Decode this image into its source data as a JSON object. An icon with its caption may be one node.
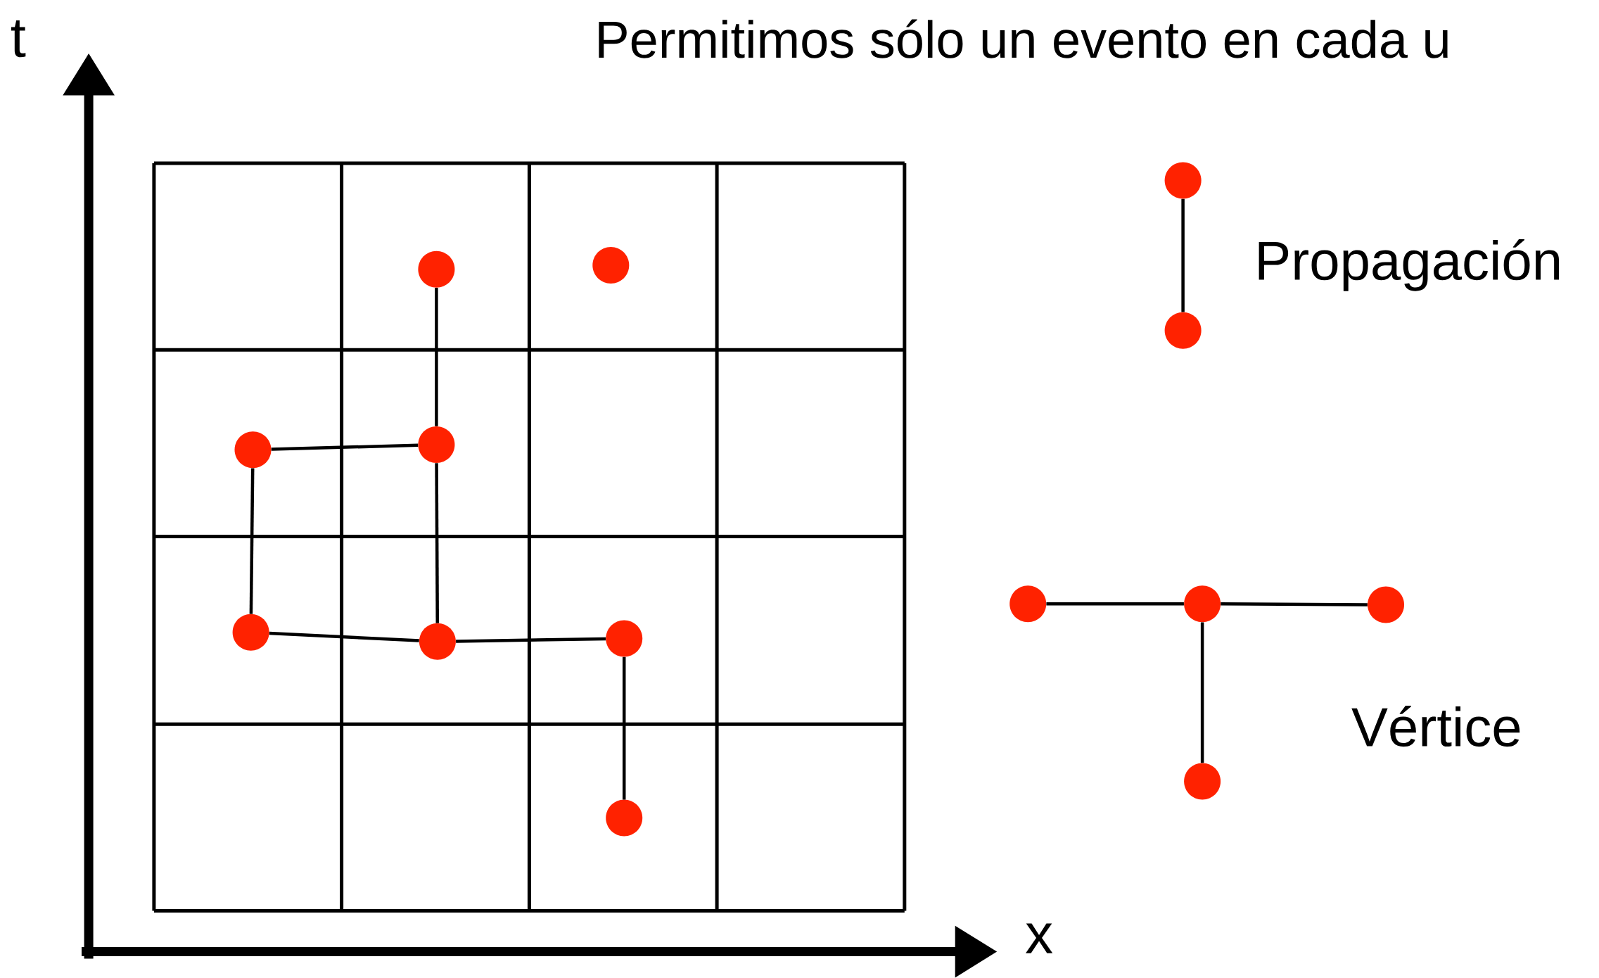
{
  "diagram": {
    "nodes": [
      {
        "text": [],
        "shape": "circle"
      },
      {
        "text": [],
        "shape": "circle"
      },
      {
        "text": [],
        "shape": "circle"
      },
      {
        "text": [],
        "shape": "circle"
      },
      {
        "text": [],
        "shape": "circle"
      },
      {
        "text": [],
        "shape": "circle"
      },
      {
        "text": [],
        "shape": "circle"
      },
      {
        "text": [],
        "shape": "circle"
      },
      {
        "text": [],
        "shape": "circle"
      },
      {
        "text": [],
        "shape": "circle"
      },
      {
        "text": [],
        "shape": "circle"
      },
      {
        "text": [],
        "shape": "circle"
      },
      {
        "text": [],
        "shape": "circle"
      },
      {
        "text": [],
        "shape": "circle"
      }
    ],
    "edges": [
      {
        "from": 0,
        "to": 3,
        "arrow": "none"
      },
      {
        "from": 2,
        "to": 3,
        "arrow": "none"
      },
      {
        "from": 2,
        "to": 4,
        "arrow": "none"
      },
      {
        "from": 3,
        "to": 5,
        "arrow": "none"
      },
      {
        "from": 4,
        "to": 5,
        "arrow": "none"
      },
      {
        "from": 5,
        "to": 6,
        "arrow": "none"
      },
      {
        "from": 6,
        "to": 7,
        "arrow": "none"
      },
      {
        "from": 8,
        "to": 9,
        "arrow": "none"
      },
      {
        "from": 10,
        "to": 11,
        "arrow": "none"
      },
      {
        "from": 11,
        "to": 12,
        "arrow": "none"
      },
      {
        "from": 11,
        "to": 13,
        "arrow": "none"
      }
    ],
    "labels": [
      "t",
      "Permitimos sólo un evento en cada u",
      "Propagación",
      "Vértice",
      "x"
    ]
  }
}
